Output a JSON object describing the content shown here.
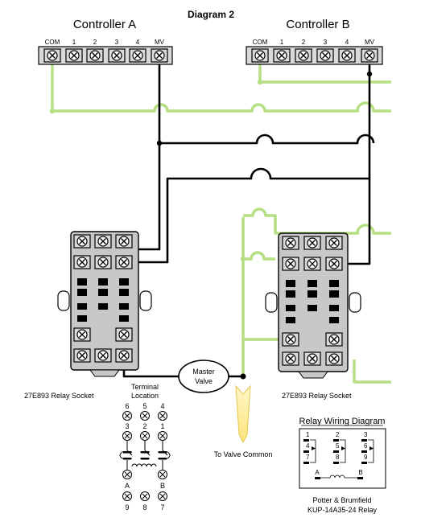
{
  "diagram_title": "Diagram  2",
  "controller_a": {
    "name": "Controller A",
    "terminals": [
      "COM",
      "1",
      "2",
      "3",
      "4",
      "MV"
    ]
  },
  "controller_b": {
    "name": "Controller B",
    "terminals": [
      "COM",
      "1",
      "2",
      "3",
      "4",
      "MV"
    ]
  },
  "master_valve": {
    "line1": "Master",
    "line2": "Valve"
  },
  "socket_a_label": "27E893 Relay Socket",
  "socket_b_label": "27E893 Relay Socket",
  "valve_common_label": "To Valve Common",
  "terminal_location": {
    "line1": "Terminal",
    "line2": "Location",
    "top_numbers": [
      "6",
      "5",
      "4"
    ],
    "second_numbers": [
      "3",
      "2",
      "1"
    ],
    "left_letter": "A",
    "right_letter": "B",
    "bottom_numbers": [
      "9",
      "8",
      "7"
    ]
  },
  "relay_wiring": {
    "title": "Relay Wiring Diagram",
    "row1": [
      "1",
      "2",
      "3"
    ],
    "row2": [
      "4",
      "5",
      "6"
    ],
    "row3": [
      "7",
      "8",
      "9"
    ],
    "coil_a": "A",
    "coil_b": "B"
  },
  "relay_model": {
    "line1": "Potter & Brumfield",
    "line2": "KUP-14A35-24 Relay"
  },
  "colors": {
    "green_wire": "#b5df82",
    "black_wire": "#000000",
    "terminal_fill": "#d9d9d9",
    "arrow_fill": "#fde47a"
  }
}
